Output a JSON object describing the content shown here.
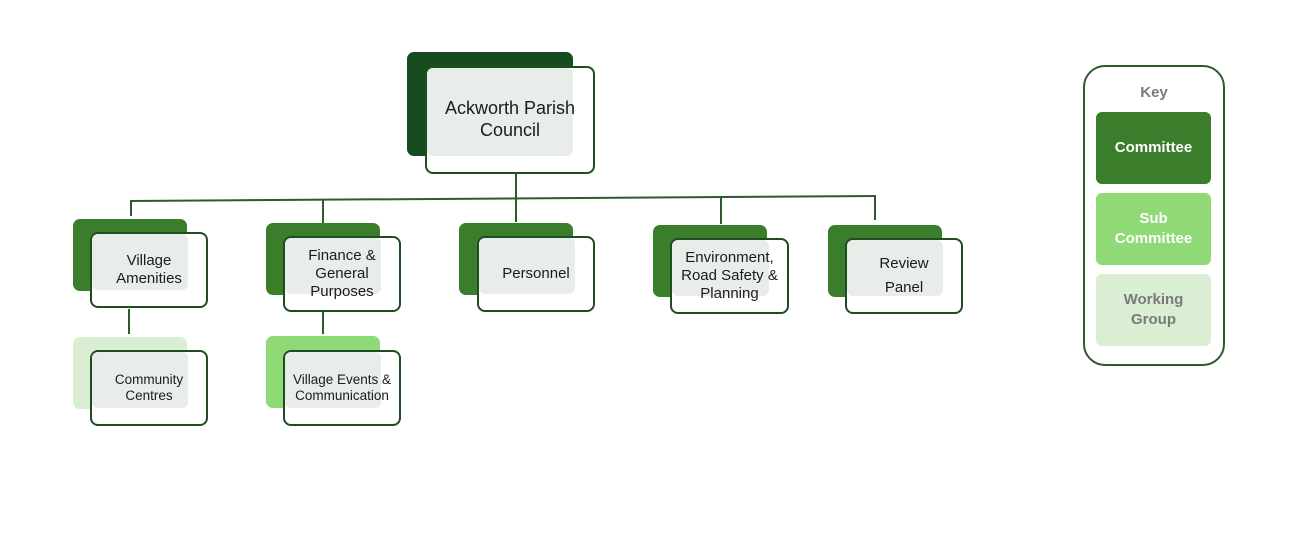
{
  "colors": {
    "committee": "#3a7d2a",
    "committee_dark": "#174d1e",
    "sub_committee": "#8fd977",
    "working_group": "#d9eed3",
    "connector": "#2f5a2c",
    "border": "#1f4d22"
  },
  "root": {
    "label": "Ackworth Parish Council"
  },
  "committees": [
    {
      "label": "Village\nAmenities"
    },
    {
      "label": "Finance &\nGeneral\nPurposes"
    },
    {
      "label": "Personnel"
    },
    {
      "label": "Environment,\nRoad Safety &\nPlanning"
    },
    {
      "label": "Review\nPanel"
    }
  ],
  "subnodes": [
    {
      "label": "Community\nCentres",
      "kind": "working_group",
      "parent": 0
    },
    {
      "label": "Village Events &\nCommunication",
      "kind": "sub_committee",
      "parent": 1
    }
  ],
  "key": {
    "title": "Key",
    "items": [
      {
        "label": "Committee",
        "kind": "committee",
        "text_color": "#ffffff"
      },
      {
        "label": "Sub\nCommittee",
        "kind": "sub_committee",
        "text_color": "#ffffff"
      },
      {
        "label": "Working\nGroup",
        "kind": "working_group",
        "text_color": "#7a7a7a"
      }
    ]
  }
}
